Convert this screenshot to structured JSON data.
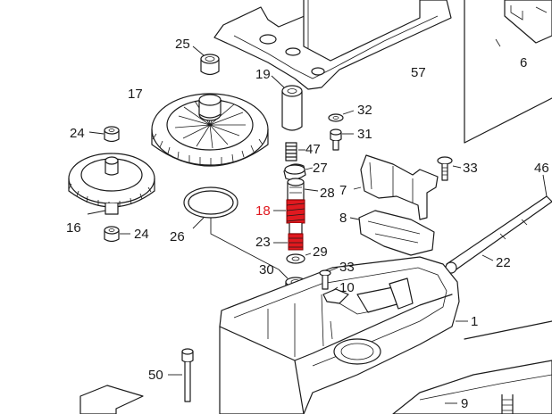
{
  "diagram": {
    "highlight_color": "#e0191f",
    "line_color": "#1a1a1a",
    "highlighted_part": "18",
    "callouts": [
      {
        "id": "c25",
        "label": "25"
      },
      {
        "id": "c19",
        "label": "19"
      },
      {
        "id": "c57",
        "label": "57"
      },
      {
        "id": "c6",
        "label": "6"
      },
      {
        "id": "c17",
        "label": "17"
      },
      {
        "id": "c32",
        "label": "32"
      },
      {
        "id": "c31",
        "label": "31"
      },
      {
        "id": "c24a",
        "label": "24"
      },
      {
        "id": "c47",
        "label": "47"
      },
      {
        "id": "c27",
        "label": "27"
      },
      {
        "id": "c33a",
        "label": "33"
      },
      {
        "id": "c46",
        "label": "46"
      },
      {
        "id": "c28",
        "label": "28"
      },
      {
        "id": "c7",
        "label": "7"
      },
      {
        "id": "c18",
        "label": "18"
      },
      {
        "id": "c8",
        "label": "8"
      },
      {
        "id": "c16",
        "label": "16"
      },
      {
        "id": "c24b",
        "label": "24"
      },
      {
        "id": "c26",
        "label": "26"
      },
      {
        "id": "c23",
        "label": "23"
      },
      {
        "id": "c29",
        "label": "29"
      },
      {
        "id": "c22",
        "label": "22"
      },
      {
        "id": "c30",
        "label": "30"
      },
      {
        "id": "c33b",
        "label": "33"
      },
      {
        "id": "c10",
        "label": "10"
      },
      {
        "id": "c1",
        "label": "1"
      },
      {
        "id": "c50",
        "label": "50"
      },
      {
        "id": "c9",
        "label": "9"
      }
    ]
  }
}
